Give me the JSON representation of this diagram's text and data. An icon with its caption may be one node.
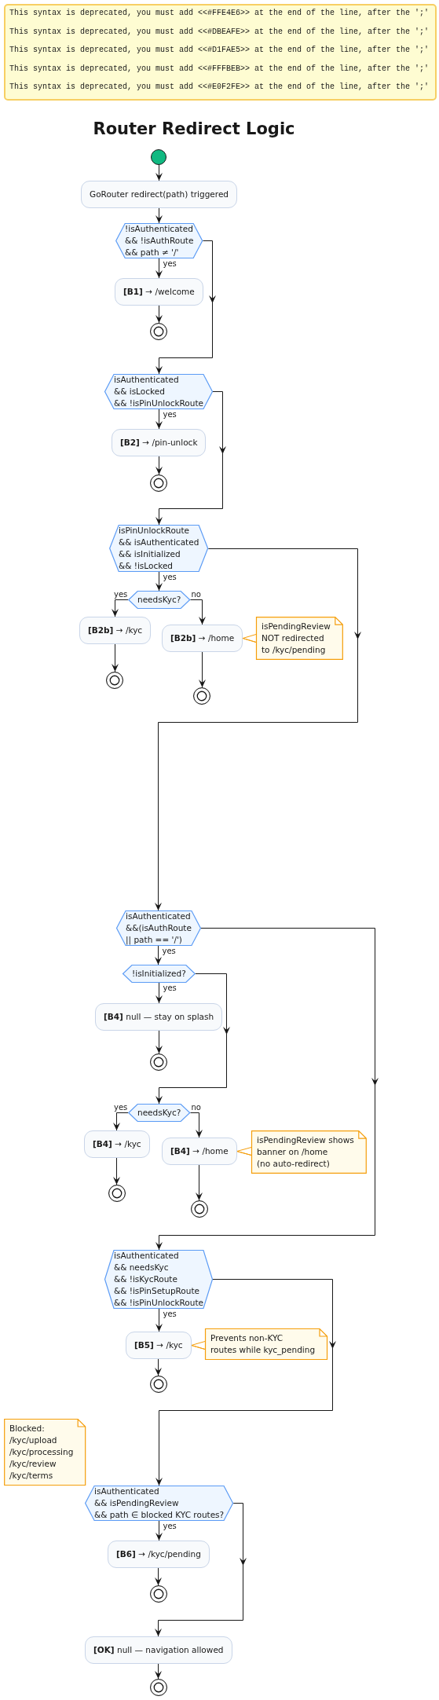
{
  "diagram": {
    "title": "Router Redirect Logic",
    "nodes": [
      {
        "text": [
          "This syntax is deprecated, you must add <<#FFE4E6>> at the end of the line, after the ';'",
          "This syntax is deprecated, you must add <<#DBEAFE>> at the end of the line, after the ';'",
          "This syntax is deprecated, you must add <<#D1FAE5>> at the end of the line, after the ';'",
          "This syntax is deprecated, you must add <<#FFFBEB>> at the end of the line, after the ';'",
          "This syntax is deprecated, you must add <<#E0F2FE>> at the end of the line, after the ';'"
        ]
      },
      {
        "text": [],
        "shape": "circle"
      },
      {
        "text": [
          "GoRouter redirect(path) triggered"
        ]
      },
      {
        "text": [
          "!isAuthenticated && !isAuthRoute && path ≠ '/'"
        ]
      },
      {
        "text": [
          "**[B1]** → /welcome"
        ]
      },
      {
        "text": [],
        "shape": "circle"
      },
      {
        "text": [
          "isAuthenticated && isLocked && !isPinUnlockRoute"
        ]
      },
      {
        "text": [
          "**[B2]** → /pin-unlock"
        ]
      },
      {
        "text": [],
        "shape": "circle"
      },
      {
        "text": [
          "isPinUnlockRoute && isAuthenticated && isInitialized && !isLocked"
        ]
      },
      {
        "text": [
          "needsKyc?"
        ]
      },
      {
        "text": [
          "**[B2b]** → /kyc"
        ]
      },
      {
        "text": [
          "**[B2b]** → /home"
        ]
      },
      {
        "text": [
          "isPendingReview NOT redirected to /kyc/pending"
        ]
      },
      {
        "text": [],
        "shape": "circle"
      },
      {
        "text": [],
        "shape": "circle"
      },
      {
        "text": [
          "isAuthenticated &&(isAuthRoute || path == '/')"
        ]
      },
      {
        "text": [
          "!isInitialized?"
        ]
      },
      {
        "text": [
          "**[B4]** null — stay on splash"
        ]
      },
      {
        "text": [],
        "shape": "circle"
      },
      {
        "text": [
          "needsKyc?"
        ]
      },
      {
        "text": [
          "**[B4]** → /kyc"
        ]
      },
      {
        "text": [
          "**[B4]** → /home"
        ]
      },
      {
        "text": [
          "isPendingReview shows banner on /home (no auto-redirect)"
        ]
      },
      {
        "text": [],
        "shape": "circle"
      },
      {
        "text": [],
        "shape": "circle"
      },
      {
        "text": [
          "isAuthenticated && needsKyc && !isKycRoute && !isPinSetupRoute && !isPinUnlockRoute"
        ]
      },
      {
        "text": [
          "**[B5]** → /kyc"
        ]
      },
      {
        "text": [
          "Prevents non-KYC routes while kyc_pending"
        ]
      },
      {
        "text": [],
        "shape": "circle"
      },
      {
        "text": [
          "Blocked: /kyc/upload /kyc/processing /kyc/review /kyc/terms"
        ]
      },
      {
        "text": [
          "isAuthenticated && isPendingReview && path ∈ blocked KYC routes?"
        ]
      },
      {
        "text": [
          "**[B6]** → /kyc/pending"
        ]
      },
      {
        "text": [],
        "shape": "circle"
      },
      {
        "text": [
          "**[OK]** null — navigation allowed"
        ]
      },
      {
        "text": [],
        "shape": "circle"
      }
    ],
    "edges": [
      {
        "from": 1,
        "to": 2,
        "arrow": "to"
      },
      {
        "from": 2,
        "to": 3,
        "arrow": "to"
      },
      {
        "from": 3,
        "to": 4,
        "arrow": "to",
        "label": "yes"
      },
      {
        "from": 4,
        "to": 5,
        "arrow": "to"
      },
      {
        "from": 3,
        "to": 6,
        "arrow": "to"
      },
      {
        "from": 6,
        "to": 7,
        "arrow": "to",
        "label": "yes"
      },
      {
        "from": 7,
        "to": 8,
        "arrow": "to"
      },
      {
        "from": 6,
        "to": 9,
        "arrow": "to"
      },
      {
        "from": 9,
        "to": 10,
        "arrow": "to",
        "label": "yes"
      },
      {
        "from": 10,
        "to": 11,
        "arrow": "to",
        "label": "yes"
      },
      {
        "from": 10,
        "to": 12,
        "arrow": "to",
        "label": "no"
      },
      {
        "from": 11,
        "to": 14,
        "arrow": "to"
      },
      {
        "from": 12,
        "to": 15,
        "arrow": "to"
      },
      {
        "from": 13,
        "to": 12,
        "arrow": "none",
        "color": "#f59e0b"
      },
      {
        "from": 9,
        "to": 16,
        "arrow": "to"
      },
      {
        "from": 16,
        "to": 17,
        "arrow": "to",
        "label": "yes"
      },
      {
        "from": 17,
        "to": 18,
        "arrow": "to",
        "label": "yes"
      },
      {
        "from": 18,
        "to": 19,
        "arrow": "to"
      },
      {
        "from": 17,
        "to": 20,
        "arrow": "to"
      },
      {
        "from": 20,
        "to": 21,
        "arrow": "to",
        "label": "yes"
      },
      {
        "from": 20,
        "to": 22,
        "arrow": "to",
        "label": "no"
      },
      {
        "from": 21,
        "to": 24,
        "arrow": "to"
      },
      {
        "from": 22,
        "to": 25,
        "arrow": "to"
      },
      {
        "from": 23,
        "to": 22,
        "arrow": "none",
        "color": "#f59e0b"
      },
      {
        "from": 16,
        "to": 26,
        "arrow": "to"
      },
      {
        "from": 26,
        "to": 27,
        "arrow": "to",
        "label": "yes"
      },
      {
        "from": 27,
        "to": 29,
        "arrow": "to"
      },
      {
        "from": 28,
        "to": 27,
        "arrow": "none",
        "color": "#f59e0b"
      },
      {
        "from": 26,
        "to": 31,
        "arrow": "to"
      },
      {
        "from": 31,
        "to": 32,
        "arrow": "to",
        "label": "yes"
      },
      {
        "from": 32,
        "to": 33,
        "arrow": "to"
      },
      {
        "from": 31,
        "to": 34,
        "arrow": "to"
      },
      {
        "from": 34,
        "to": 35,
        "arrow": "to"
      }
    ]
  }
}
